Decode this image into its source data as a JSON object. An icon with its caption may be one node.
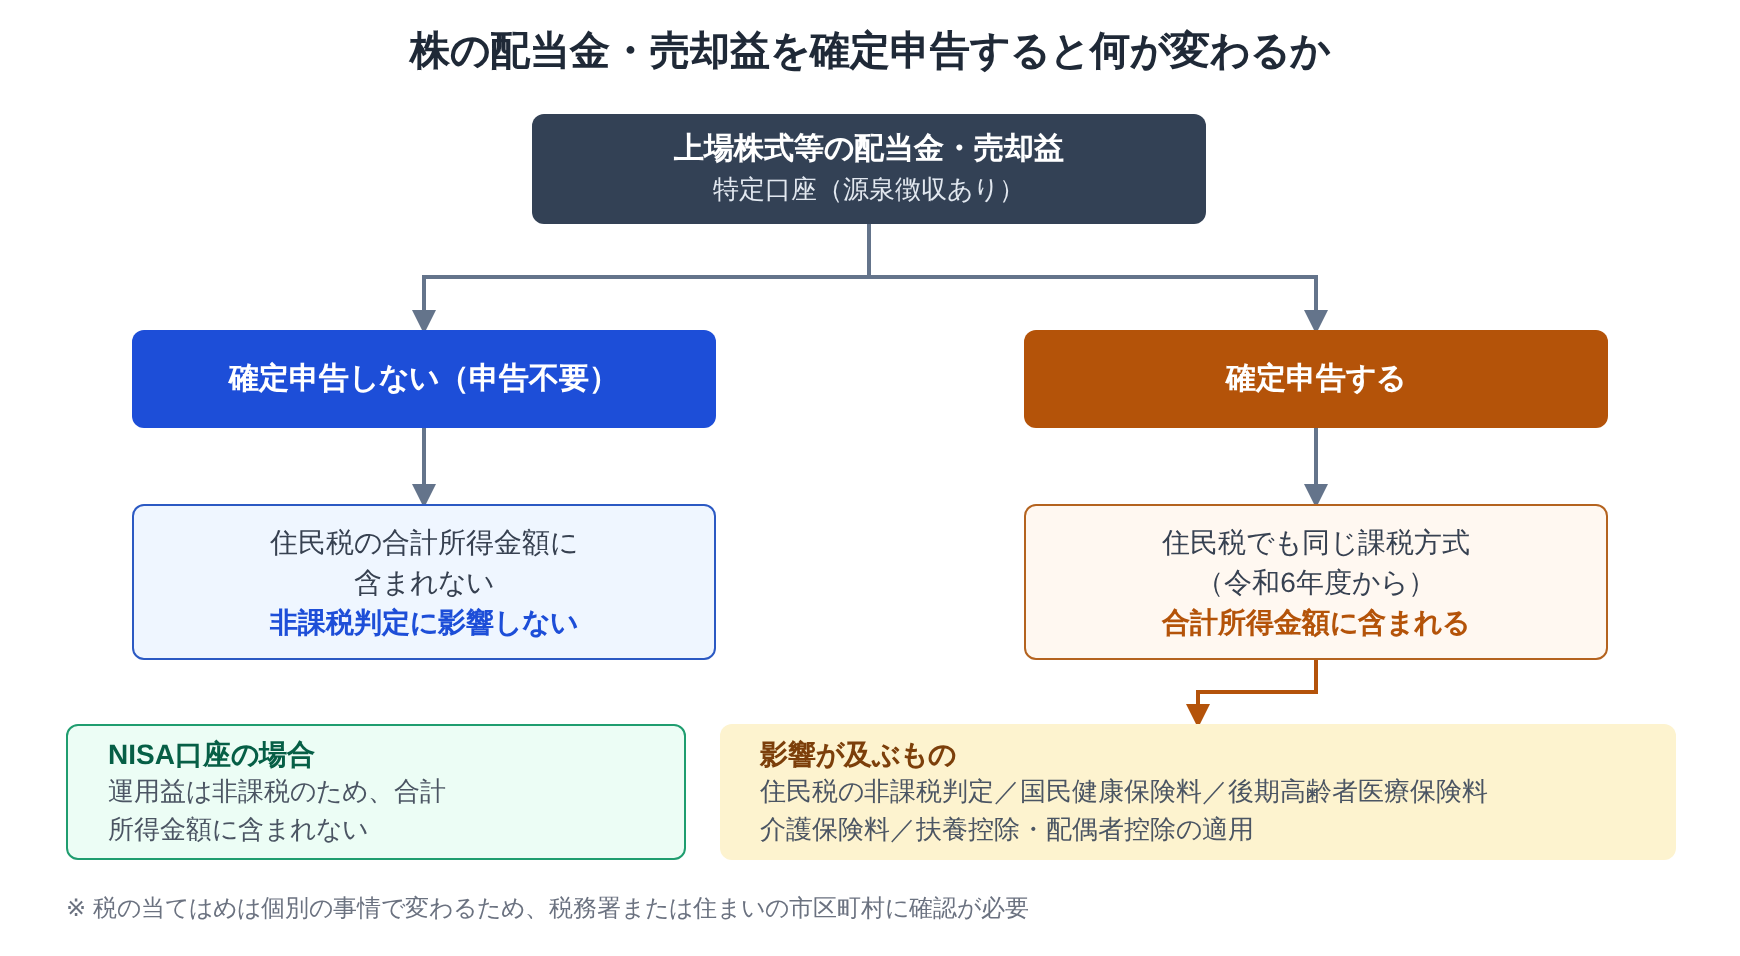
{
  "diagram": {
    "title": "株の配当金・売却益を確定申告すると何が変わるか",
    "nodes": [
      {
        "text": [
          "上場株式等の配当金・売却益",
          "特定口座（源泉徴収あり）"
        ]
      },
      {
        "text": [
          "確定申告しない（申告不要）"
        ]
      },
      {
        "text": [
          "確定申告する"
        ]
      },
      {
        "text": [
          "住民税の合計所得金額に含まれない",
          "非課税判定に影響しない"
        ]
      },
      {
        "text": [
          "住民税でも同じ課税方式（令和6年度から）",
          "合計所得金額に含まれる"
        ]
      },
      {
        "text": [
          "NISA口座の場合",
          "運用益は非課税のため、合計所得金額に含まれない"
        ]
      },
      {
        "text": [
          "影響が及ぶもの",
          "住民税の非課税判定／国民健康保険料／後期高齢者医療保険料介護保険料／扶養控除・配偶者控除の適用"
        ]
      }
    ],
    "edges": [
      {
        "from": 0,
        "to": 1,
        "arrow": "to"
      },
      {
        "from": 0,
        "to": 2,
        "arrow": "to"
      },
      {
        "from": 1,
        "to": 3,
        "arrow": "to"
      },
      {
        "from": 2,
        "to": 4,
        "arrow": "to"
      },
      {
        "from": 4,
        "to": 6,
        "arrow": "to",
        "color": "#b4530a"
      }
    ],
    "labels": [
      "※ 税の当てはめは個別の事情で変わるため、税務署または住まいの市区町村に確認が必要"
    ]
  }
}
